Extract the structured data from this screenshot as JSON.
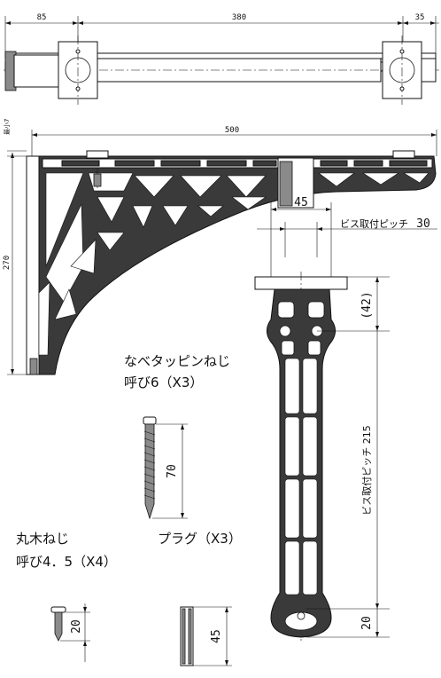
{
  "top_view": {
    "dim_left": "85",
    "dim_middle": "380",
    "dim_right": "35"
  },
  "side_view": {
    "dim_length": "500",
    "dim_height": "270",
    "dim_small": "最小7"
  },
  "front_view": {
    "dim_width": "45",
    "pitch_label": "ビス取付ピッチ",
    "pitch_value": "30",
    "dim_42": "(42)",
    "vertical_pitch": "ビス取付ピッチ 215",
    "dim_bottom": "20"
  },
  "screw_pan": {
    "name": "なべタッピンねじ",
    "spec": "呼び6（X3）",
    "length": "70"
  },
  "screw_wood": {
    "name": "丸木ねじ",
    "spec": "呼び4．5（X4）",
    "length": "20"
  },
  "plug": {
    "name": "プラグ（X3）",
    "length": "45"
  }
}
